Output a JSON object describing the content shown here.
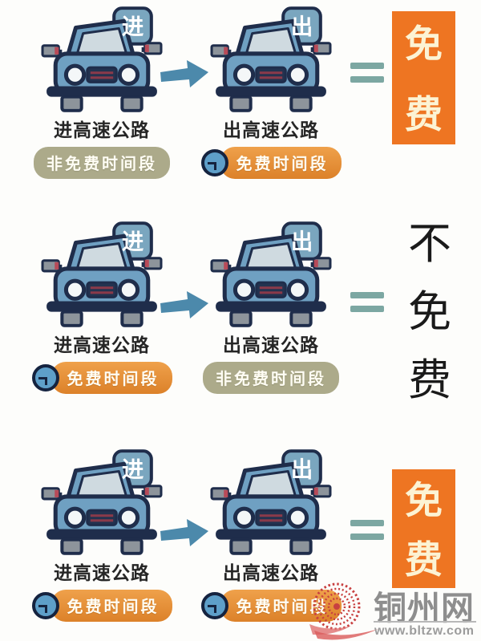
{
  "colors": {
    "background": "#FDFDFB",
    "car_body": "#6FA0C2",
    "car_outline": "#1F2D4B",
    "car_window": "#CFDAE0",
    "sign_fill": "#7AA6BF",
    "arrow": "#4C89AB",
    "equals": "#7CA7A2",
    "free_box_bg": "#EE7522",
    "free_box_text": "#FCF3D4",
    "badge_free_bg": "#E28C34",
    "badge_nonfree_bg": "#ACAA8A",
    "badge_text": "#FFFDF4",
    "not_free_text": "#1A1A1A",
    "clock_face": "#5E9FC9",
    "watermark_gray": "#8E8E8E",
    "watermark_red": "#C84040"
  },
  "rows": [
    {
      "left": {
        "sign": "进",
        "label": "进高速公路",
        "badge": {
          "text": "非免费时间段",
          "type": "nonfree",
          "clock": false
        }
      },
      "right": {
        "sign": "出",
        "label": "出高速公路",
        "badge": {
          "text": "免费时间段",
          "type": "free",
          "clock": true
        }
      },
      "result": {
        "text": "免费",
        "type": "free",
        "chars": [
          "免",
          "费"
        ]
      }
    },
    {
      "left": {
        "sign": "进",
        "label": "进高速公路",
        "badge": {
          "text": "免费时间段",
          "type": "free",
          "clock": true
        }
      },
      "right": {
        "sign": "出",
        "label": "出高速公路",
        "badge": {
          "text": "非免费时间段",
          "type": "nonfree",
          "clock": false
        }
      },
      "result": {
        "text": "不免费",
        "type": "not_free",
        "chars": [
          "不",
          "免",
          "费"
        ]
      }
    },
    {
      "left": {
        "sign": "进",
        "label": "进高速公路",
        "badge": {
          "text": "免费时间段",
          "type": "free",
          "clock": true
        }
      },
      "right": {
        "sign": "出",
        "label": "出高速公路",
        "badge": {
          "text": "免费时间段",
          "type": "free",
          "clock": true
        }
      },
      "result": {
        "text": "免费",
        "type": "free",
        "chars": [
          "免",
          "费"
        ]
      }
    }
  ],
  "watermark": {
    "site_name": "铜州网",
    "url": "www.bltzw.com"
  }
}
